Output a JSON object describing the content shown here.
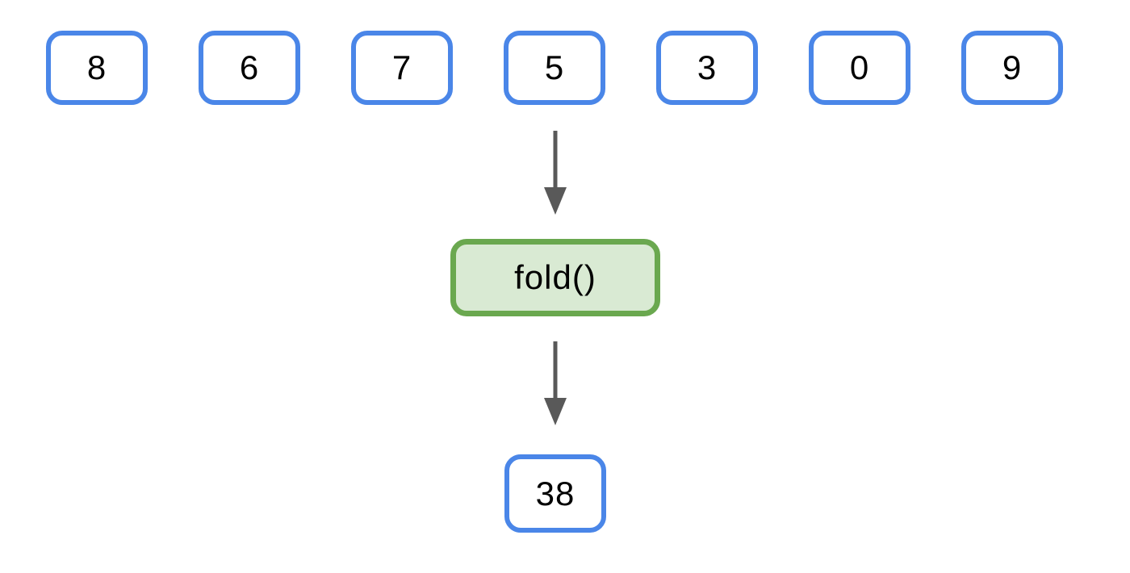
{
  "diagram": {
    "title": "fold operation diagram",
    "input_values": [
      "8",
      "6",
      "7",
      "5",
      "3",
      "0",
      "9"
    ],
    "operation_label": "fold()",
    "result_value": "38",
    "colors": {
      "box_border": "#4a86e8",
      "box_fill": "#ffffff",
      "op_border": "#6aa84f",
      "op_fill": "#d9ead3",
      "arrow": "#595959",
      "text": "#000000",
      "background": "#ffffff"
    }
  }
}
